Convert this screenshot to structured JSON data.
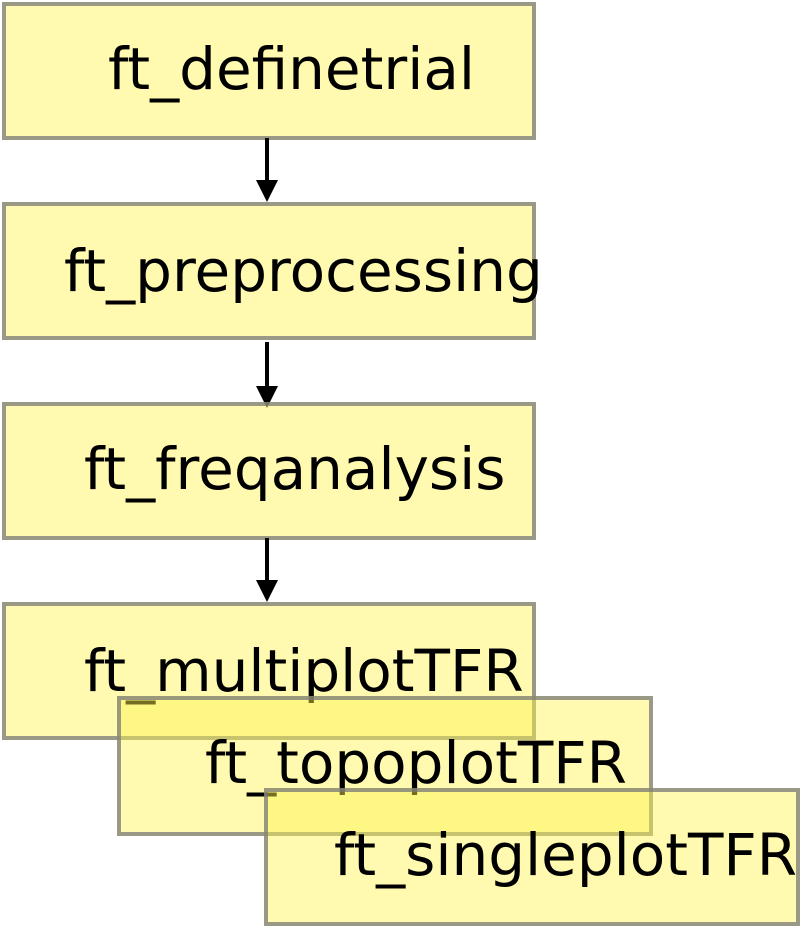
{
  "diagram": {
    "steps": [
      "ft_definetrial",
      "ft_preprocessing",
      "ft_freqanalysis",
      "ft_multiplotTFR",
      "ft_topoplotTFR",
      "ft_singleplotTFR"
    ]
  }
}
